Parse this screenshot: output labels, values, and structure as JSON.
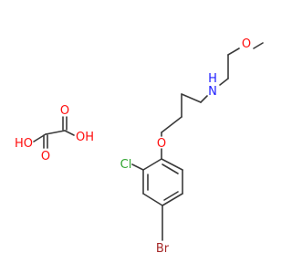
{
  "colors": {
    "bond": "#3a3a3a",
    "oxygen": "#ff0d0d",
    "nitrogen": "#2020ff",
    "chlorine": "#2fa52f",
    "bromine": "#a62929",
    "background": "#ffffff"
  },
  "atoms": {
    "o_methoxy": "O",
    "nh": "N",
    "nh_h": "H",
    "o_ether": "O",
    "cl": "Cl",
    "br": "Br",
    "oxalic_oh_left": "HO",
    "oxalic_oh_right": "OH",
    "oxalic_o_top": "O",
    "oxalic_o_bottom": "O"
  }
}
